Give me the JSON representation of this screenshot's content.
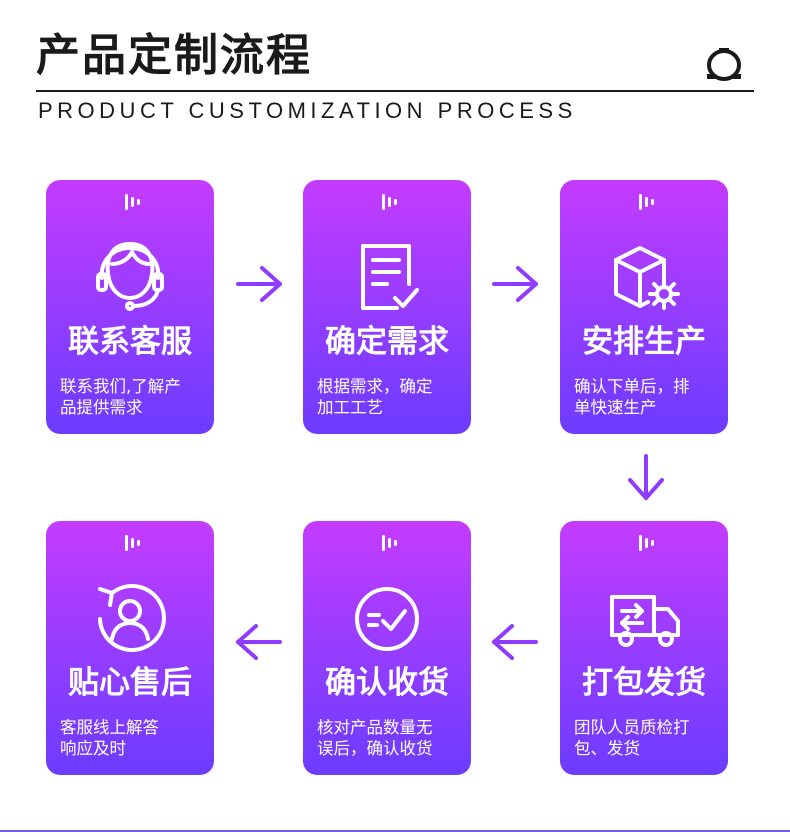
{
  "header": {
    "title": "产品定制流程",
    "subtitle": "PRODUCT CUSTOMIZATION PROCESS"
  },
  "colors": {
    "card_top": "#c43bff",
    "card_bottom": "#6c3cff",
    "arrow": "#8f3cff",
    "title": "#1a1a1a"
  },
  "steps": [
    {
      "title": "联系客服",
      "desc": "联系我们,了解产\n品提供需求",
      "icon": "customer-service-headset-icon"
    },
    {
      "title": "确定需求",
      "desc": "根据需求，确定\n加工工艺",
      "icon": "document-checklist-icon"
    },
    {
      "title": "安排生产",
      "desc": "确认下单后，排\n单快速生产",
      "icon": "box-gear-icon"
    },
    {
      "title": "打包发货",
      "desc": "团队人员质检打\n包、发货",
      "icon": "delivery-truck-icon"
    },
    {
      "title": "确认收货",
      "desc": "核对产品数量无\n误后，确认收货",
      "icon": "check-circle-icon"
    },
    {
      "title": "贴心售后",
      "desc": "客服线上解答\n响应及时",
      "icon": "user-refresh-icon"
    }
  ]
}
